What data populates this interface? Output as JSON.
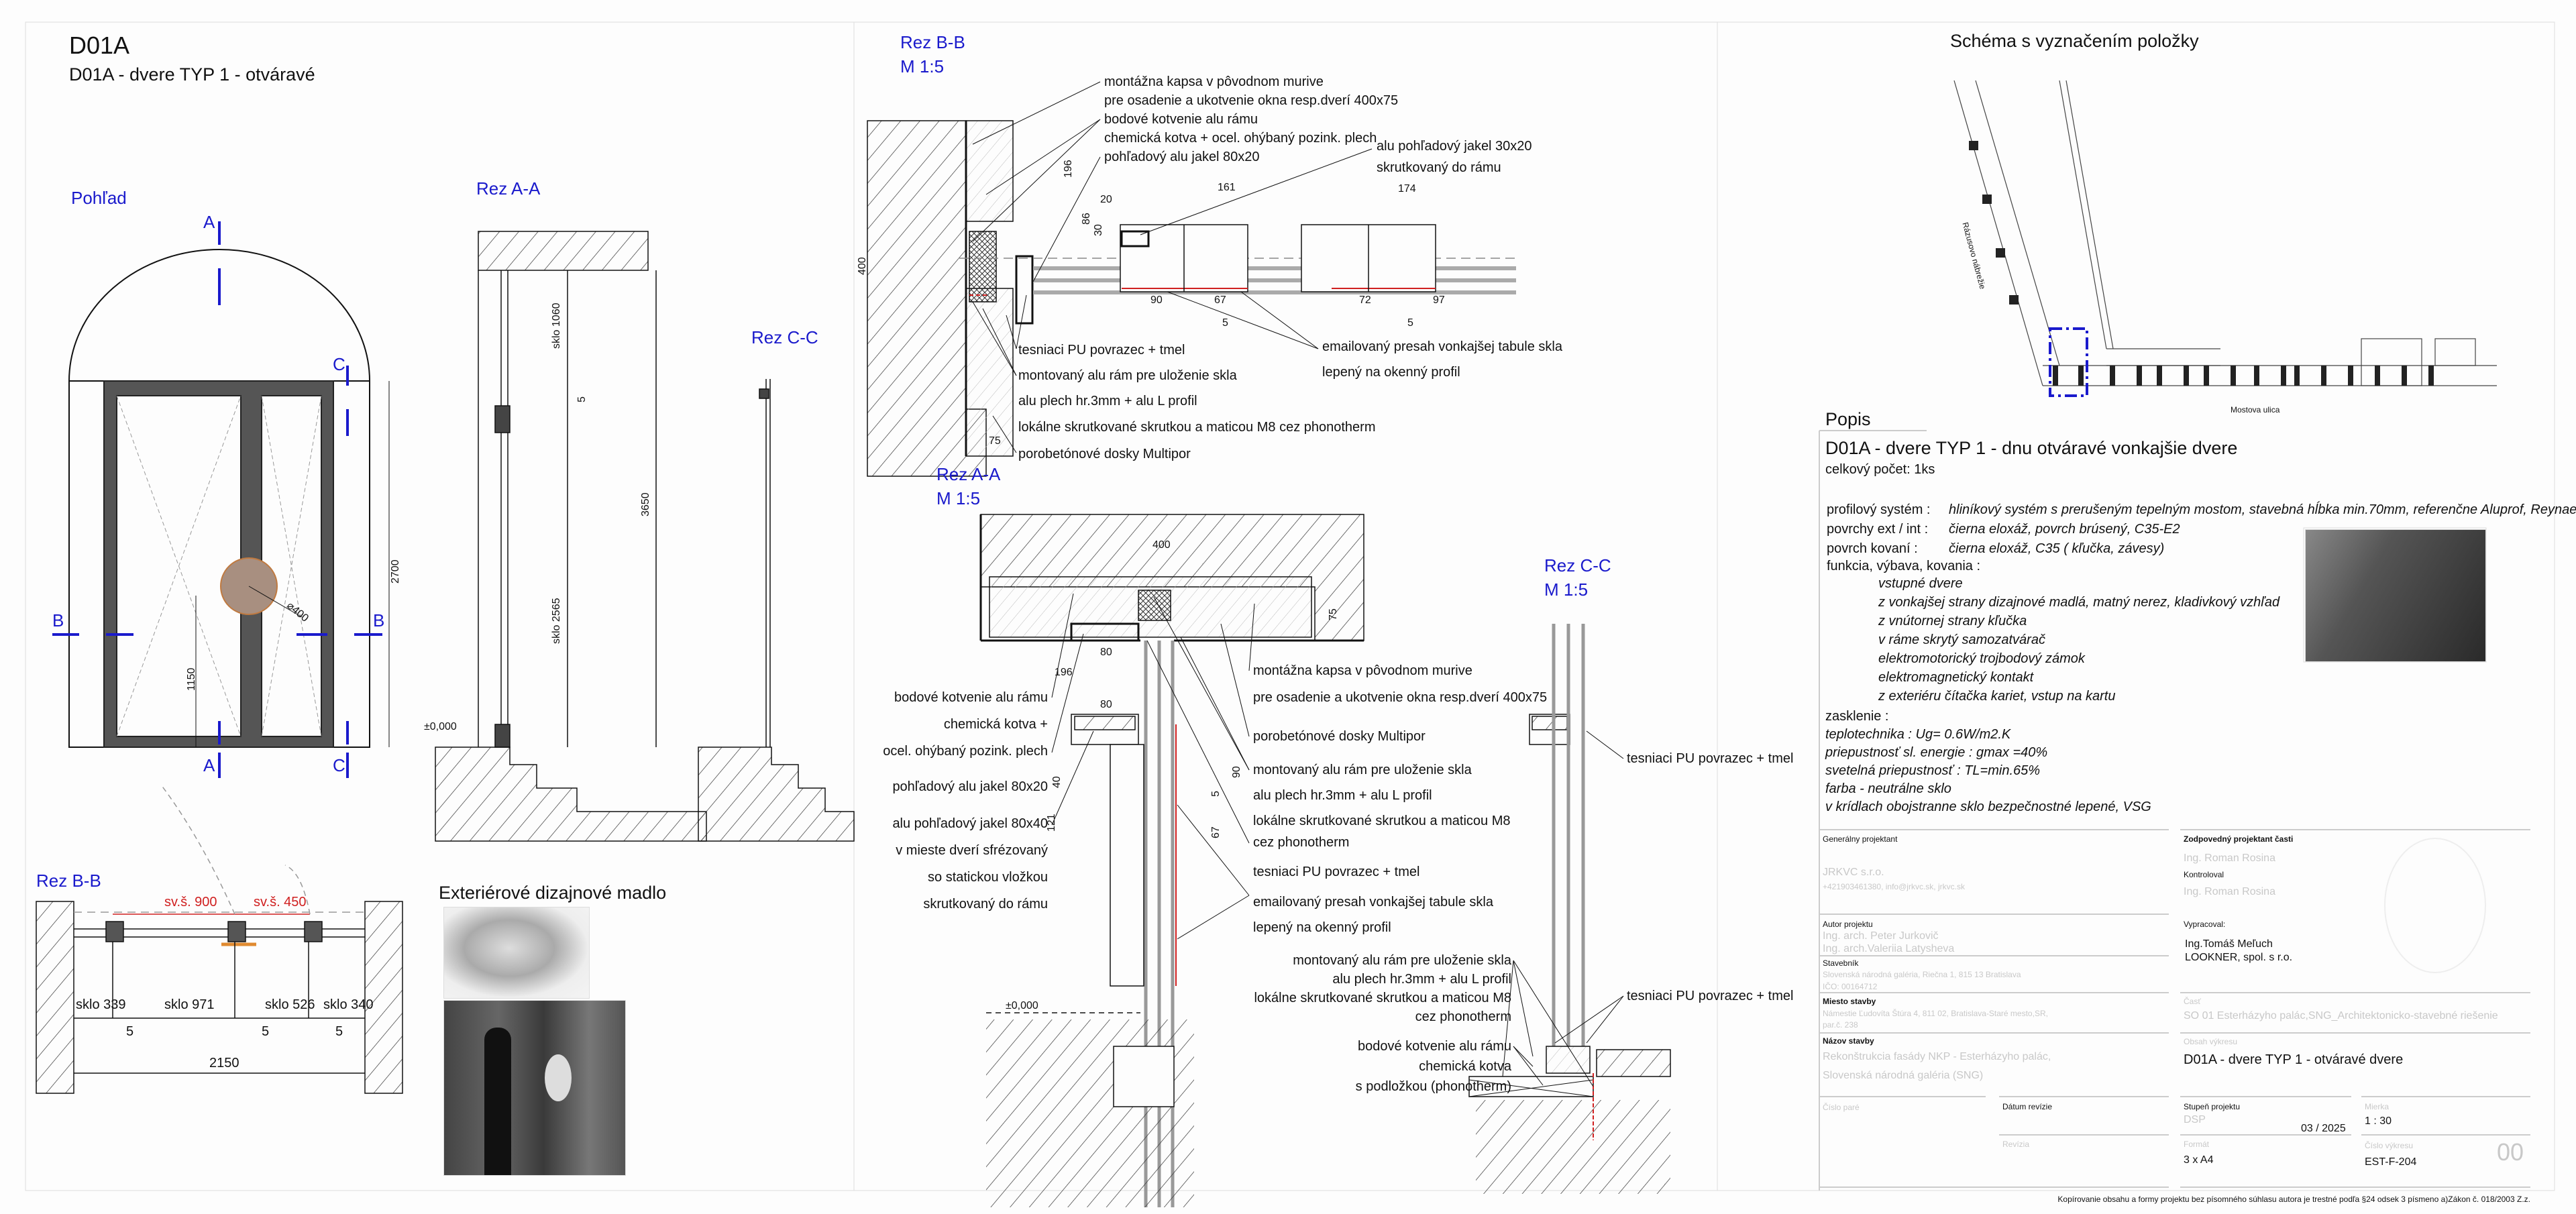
{
  "sheet": {
    "code": "D01A",
    "subtitle": "D01A - dvere TYP 1 - otváravé"
  },
  "views": {
    "pohlad": "Pohľad",
    "rez_aa": "Rez A-A",
    "rez_cc": "Rez C-C",
    "rez_bb": "Rez B-B",
    "madlo": "Exteriérové dizajnové madlo",
    "schema": "Schéma s vyznačením položky",
    "detail_scale": "M 1:5"
  },
  "markers": {
    "a": "A",
    "b": "B",
    "c": "C"
  },
  "pohlad_dims": {
    "height": "2700",
    "handle_height": "1150",
    "handle_dia": "⌀400"
  },
  "rez_aa_dims": {
    "sklo_top": "sklo 1060",
    "sklo_bottom": "sklo 2565",
    "total": "3650",
    "gap": "5",
    "level": "±0,000"
  },
  "rez_bb_plan": {
    "sv1": "sv.š. 900",
    "sv2": "sv.š. 450",
    "sklo": [
      "sklo 339",
      "sklo 971",
      "sklo 526",
      "sklo 340"
    ],
    "gap": "5",
    "total": "2150"
  },
  "detail_bb": {
    "dims": {
      "d400": "400",
      "d196": "196",
      "d86": "86",
      "d75": "75",
      "d20": "20",
      "d30": "30",
      "d161": "161",
      "d174": "174",
      "d90": "90",
      "d67": "67",
      "d72": "72",
      "d97": "97",
      "d5": "5"
    },
    "notes": {
      "kapsa": [
        "montážna kapsa v pôvodnom murive",
        "pre osadenie a ukotvenie okna resp.dverí 400x75"
      ],
      "kotvenie": [
        "bodové kotvenie alu rámu",
        "chemická kotva + ocel. ohýbaný pozink. plech"
      ],
      "jakel80": "pohľadový alu jakel 80x20",
      "jakel30": [
        "alu pohľadový jakel 30x20",
        "skrutkovaný do rámu"
      ],
      "tesniaci": "tesniaci PU povrazec + tmel",
      "ram": [
        "montovaný alu rám pre uloženie skla",
        "alu plech hr.3mm + alu L profil",
        "lokálne skrutkované skrutkou a maticou M8 cez phonotherm"
      ],
      "multipor": "porobetónové dosky Multipor",
      "email": [
        "emailovaný presah vonkajšej tabule skla",
        "lepený na okenný profil"
      ]
    }
  },
  "detail_aa": {
    "dims": {
      "d400": "400",
      "d75": "75",
      "d80": "80",
      "d196": "196",
      "d40": "40",
      "d121": "121",
      "d90": "90",
      "d5": "5",
      "d67": "67"
    },
    "level": "±0,000",
    "notes_left": [
      "bodové kotvenie alu rámu",
      "chemická kotva +",
      "ocel. ohýbaný pozink. plech",
      "pohľadový alu jakel 80x20",
      "alu pohľadový jakel 80x40",
      "v mieste dverí sfrézovaný",
      "so statickou vložkou",
      "skrutkovaný do rámu"
    ],
    "notes_right": [
      "montážna kapsa v pôvodnom murive",
      "pre osadenie a ukotvenie okna resp.dverí 400x75",
      "porobetónové dosky Multipor",
      "montovaný alu rám pre uloženie skla",
      "alu plech hr.3mm + alu L profil",
      "lokálne skrutkované skrutkou a maticou M8",
      "cez phonotherm",
      "tesniaci PU povrazec + tmel",
      "emailovaný presah vonkajšej tabule skla",
      "lepený na okenný profil"
    ]
  },
  "detail_cc": {
    "tesniaci": "tesniaci PU povrazec + tmel",
    "ram": [
      "montovaný alu rám pre uloženie skla",
      "alu plech hr.3mm + alu L profil",
      "lokálne skrutkované skrutkou a maticou M8",
      "cez phonotherm"
    ],
    "kotvenie": [
      "bodové kotvenie alu rámu",
      "chemická kotva",
      "s podložkou (phonotherm)"
    ]
  },
  "schema": {
    "street1": "Rázusovo nábrežie",
    "street2": "Mostova ulica"
  },
  "popis": {
    "heading": "Popis",
    "title": "D01A - dvere TYP 1 - dnu otváravé vonkajšie dvere",
    "count": "celkový počet: 1ks",
    "rows": [
      {
        "label": "profilový systém :",
        "value": "hliníkový systém s prerušeným tepelným mostom, stavebná hĺbka min.70mm, referenčne Aluprof, Reynaers"
      },
      {
        "label": "povrchy ext / int :",
        "value": "čierna eloxáž, povrch brúsený, C35-E2"
      },
      {
        "label": "povrch kovaní :",
        "value": "čierna eloxáž, C35 ( kľučka, závesy)"
      }
    ],
    "funkcia_label": "funkcia, výbava, kovania :",
    "funkcia": [
      "vstupné dvere",
      "z vonkajšej strany dizajnové madlá, matný nerez, kladivkový vzhľad",
      "z vnútornej strany kľučka",
      "v ráme skrytý samozatvárač",
      "elektromotorický trojbodový zámok",
      "elektromagnetický kontakt",
      "z exteriéru čítačka kariet, vstup na kartu"
    ],
    "zasklenie_label": "zasklenie :",
    "zasklenie": [
      "teplotechnika : Ug= 0.6W/m2.K",
      "priepustnosť sl. energie : gmax =40%",
      "svetelná priepustnosť : TL=min.65%",
      "farba - neutrálne sklo",
      "v krídlach obojstranne sklo bezpečnostné lepené, VSG"
    ]
  },
  "titleblock": {
    "gen_label": "Generálny projektant",
    "gen_name": "JRKVC s.r.o.",
    "gen_contact": "+421903461380, info@jrkvc.sk, jrkvc.sk",
    "autor_label": "Autor projektu",
    "autor": [
      "Ing. arch. Peter Jurkovič",
      "Ing. arch.Valeriia Latysheva"
    ],
    "stavebnik_label": "Stavebník",
    "stavebnik": [
      "Slovenská národná galéria, Riečna 1, 815 13 Bratislava",
      "IČO: 00164712"
    ],
    "miesto_label": "Miesto stavby",
    "miesto": [
      "Námestie Ľudovíta Štúra 4, 811 02, Bratislava-Staré mesto,SR,",
      "par.č. 238"
    ],
    "nazov_label": "Názov stavby",
    "nazov": [
      "Rekonštrukcia fasády NKP - Esterházyho palác,",
      "Slovenská národná galéria (SNG)"
    ],
    "cislo_pare": "Číslo paré",
    "datum_revizie": "Dátum revízie",
    "revizia": "Revízia",
    "zodp_label": "Zodpovedný projektant časti",
    "zodp": "Ing. Roman Rosina",
    "kontr_label": "Kontroloval",
    "kontr": "Ing. Roman Rosina",
    "vypr_label": "Vypracoval:",
    "vypr": [
      "Ing.Tomáš Meľuch",
      "LOOKNER, spol. s r.o."
    ],
    "cast_label": "Časť",
    "cast": "SO 01   Esterházyho palác,SNG_Architektonicko-stavebné riešenie",
    "obsah_label": "Obsah výkresu",
    "obsah": "D01A - dvere TYP 1 - otváravé dvere",
    "stupen_label": "Stupeň projektu",
    "stupen": "DSP",
    "datum": "03 / 2025",
    "mierka_label": "Mierka",
    "mierka": "1 : 30",
    "format_label": "Formát",
    "format": "3 x A4",
    "cislo_label": "Číslo výkresu",
    "cislo": "EST-F-204",
    "revision_no": "00",
    "copyright": "Kopírovanie obsahu a formy projektu bez písomného súhlasu autora je trestné podľa §24 odsek 3 písmeno a)Zákon č. 018/2003 Z.z."
  },
  "colors": {
    "section_blue": "#1a1acc",
    "red": "#d02020",
    "frame": "#555555",
    "handle": "#b38a6a"
  }
}
